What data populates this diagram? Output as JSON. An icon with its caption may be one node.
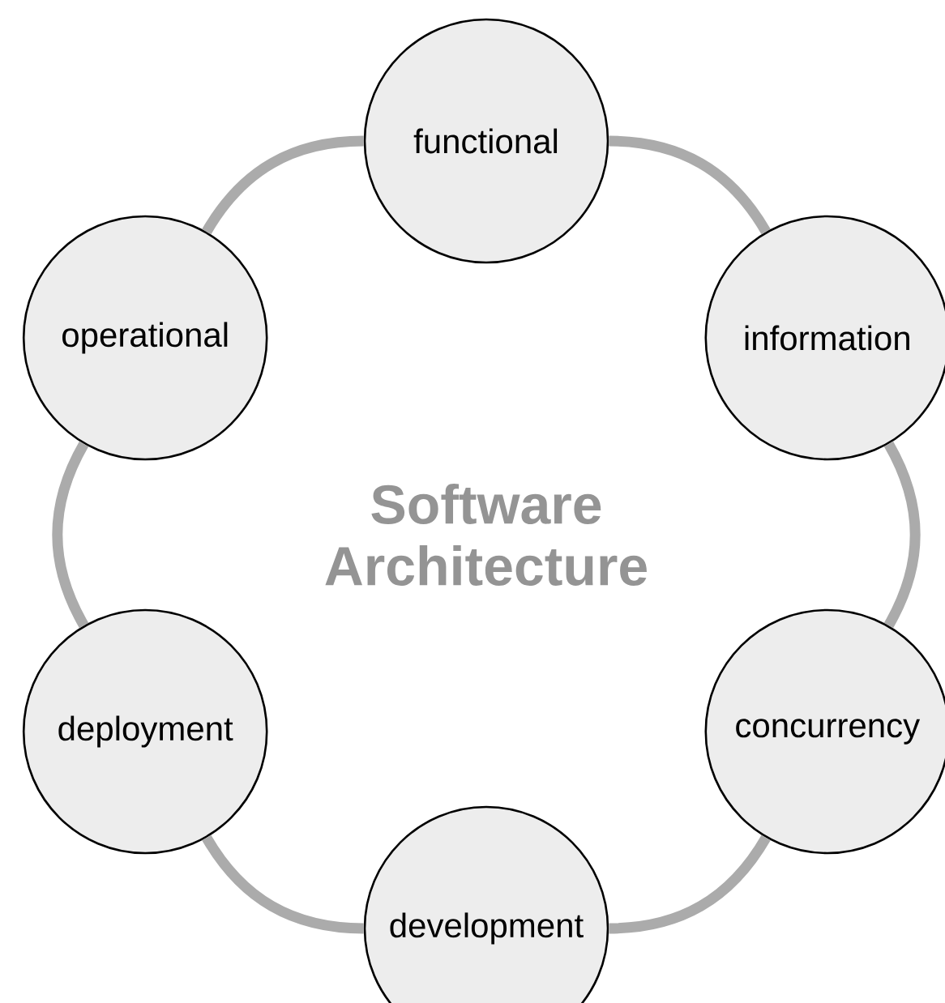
{
  "diagram": {
    "title": "Software Architecture",
    "nodes": [
      {
        "text": [
          "functional"
        ]
      },
      {
        "text": [
          "information"
        ]
      },
      {
        "text": [
          "concurrency"
        ]
      },
      {
        "text": [
          "development"
        ]
      },
      {
        "text": [
          "deployment"
        ]
      },
      {
        "text": [
          "operational"
        ]
      }
    ],
    "edges": [
      {
        "from": 0,
        "to": 1,
        "arrow": "none"
      },
      {
        "from": 1,
        "to": 2,
        "arrow": "none"
      },
      {
        "from": 2,
        "to": 3,
        "arrow": "none"
      },
      {
        "from": 3,
        "to": 4,
        "arrow": "none"
      },
      {
        "from": 4,
        "to": 5,
        "arrow": "none"
      },
      {
        "from": 5,
        "to": 0,
        "arrow": "none"
      }
    ]
  }
}
